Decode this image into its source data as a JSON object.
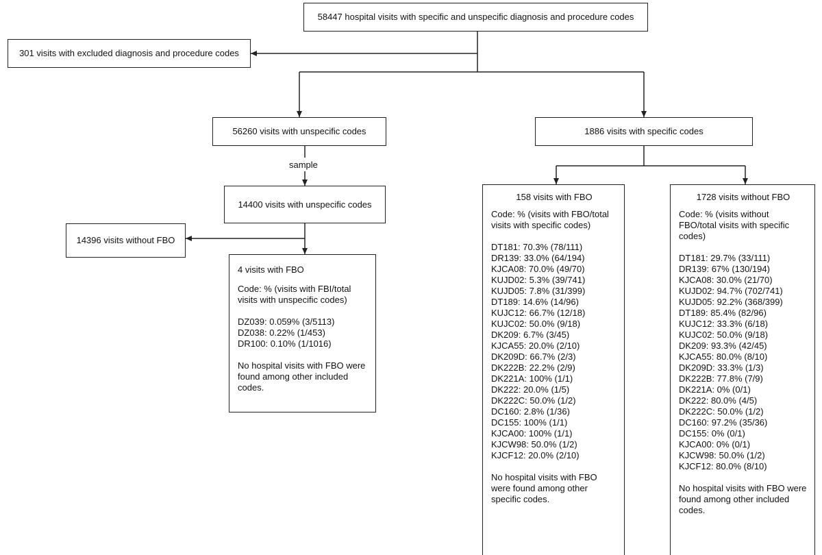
{
  "top": {
    "title": "58447 hospital visits with specific and unspecific diagnosis and procedure codes"
  },
  "excluded": {
    "title": "301 visits with excluded diagnosis and procedure codes"
  },
  "unspecific": {
    "title": "56260 visits with unspecific codes"
  },
  "specific": {
    "title": "1886 visits with specific codes"
  },
  "sample_label": "sample",
  "sampled": {
    "title": "14400 visits with unspecific codes"
  },
  "sampled_without": {
    "title": "14396 visits without FBO"
  },
  "sampled_with": {
    "title": "4 visits with FBO",
    "intro": "Code: % (visits with FBI/total visits with unspecific codes)",
    "lines": [
      "DZ039: 0.059% (3/5113)",
      "DZ038: 0.22% (1/453)",
      "DR100: 0.10% (1/1016)"
    ],
    "note": "No hospital visits with FBO were found among other included codes."
  },
  "specific_with": {
    "title": "158 visits with FBO",
    "intro": "Code: % (visits with FBO/total visits with specific codes)",
    "lines": [
      "DT181: 70.3% (78/111)",
      "DR139: 33.0% (64/194)",
      "KJCA08: 70.0% (49/70)",
      "KUJD02: 5.3% (39/741)",
      "KUJD05: 7.8% (31/399)",
      "DT189: 14.6% (14/96)",
      "KUJC12: 66.7% (12/18)",
      "KUJC02: 50.0% (9/18)",
      "DK209: 6.7% (3/45)",
      "KJCA55: 20.0% (2/10)",
      "DK209D: 66.7% (2/3)",
      "DK222B: 22.2% (2/9)",
      "DK221A: 100% (1/1)",
      "DK222: 20.0% (1/5)",
      "DK222C: 50.0% (1/2)",
      "DC160: 2.8% (1/36)",
      "DC155: 100% (1/1)",
      "KJCA00: 100% (1/1)",
      "KJCW98: 50.0% (1/2)",
      "KJCF12: 20.0% (2/10)"
    ],
    "note": "No hospital visits with FBO were found among other specific codes."
  },
  "specific_without": {
    "title": "1728 visits without FBO",
    "intro": "Code: % (visits without FBO/total visits with specific codes)",
    "lines": [
      "DT181: 29.7% (33/111)",
      "DR139: 67% (130/194)",
      "KJCA08: 30.0% (21/70)",
      "KUJD02: 94.7% (702/741)",
      "KUJD05: 92.2% (368/399)",
      "DT189: 85.4% (82/96)",
      "KUJC12: 33.3% (6/18)",
      "KUJC02: 50.0% (9/18)",
      "DK209: 93.3% (42/45)",
      "KJCA55: 80.0% (8/10)",
      "DK209D: 33.3% (1/3)",
      "DK222B: 77.8% (7/9)",
      "DK221A: 0% (0/1)",
      "DK222: 80.0% (4/5)",
      "DK222C: 50.0% (1/2)",
      "DC160: 97.2% (35/36)",
      "DC155: 0% (0/1)",
      "KJCA00: 0% (0/1)",
      "KJCW98: 50.0% (1/2)",
      "KJCF12: 80.0% (8/10)"
    ],
    "note": "No hospital visits with FBO were found among other included codes."
  }
}
